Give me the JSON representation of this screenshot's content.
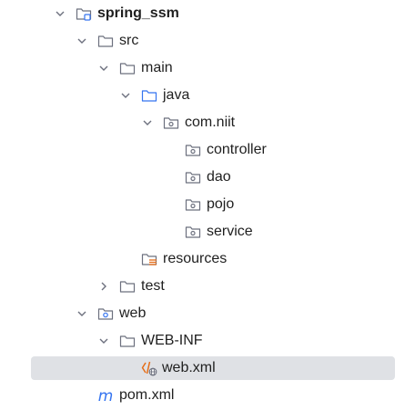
{
  "project_tree": {
    "items": [
      {
        "label": "spring_ssm",
        "icon": "module-folder-icon",
        "expanded": true
      },
      {
        "label": "src",
        "icon": "folder-icon",
        "expanded": true
      },
      {
        "label": "main",
        "icon": "folder-icon",
        "expanded": true
      },
      {
        "label": "java",
        "icon": "source-root-folder-icon",
        "expanded": true
      },
      {
        "label": "com.niit",
        "icon": "package-icon",
        "expanded": true
      },
      {
        "label": "controller",
        "icon": "package-icon"
      },
      {
        "label": "dao",
        "icon": "package-icon"
      },
      {
        "label": "pojo",
        "icon": "package-icon"
      },
      {
        "label": "service",
        "icon": "package-icon"
      },
      {
        "label": "resources",
        "icon": "resources-folder-icon"
      },
      {
        "label": "test",
        "icon": "folder-icon",
        "expanded": false
      },
      {
        "label": "web",
        "icon": "web-folder-icon",
        "expanded": true
      },
      {
        "label": "WEB-INF",
        "icon": "folder-icon",
        "expanded": true
      },
      {
        "label": "web.xml",
        "icon": "web-xml-file-icon",
        "selected": true
      },
      {
        "label": "pom.xml",
        "icon": "maven-file-icon"
      }
    ]
  },
  "colors": {
    "selection": "#dfe1e5",
    "folder_stroke": "#6c707e",
    "source_root": "#3574f0",
    "xml_orange": "#e66d17",
    "maven_blue": "#3574f0"
  }
}
